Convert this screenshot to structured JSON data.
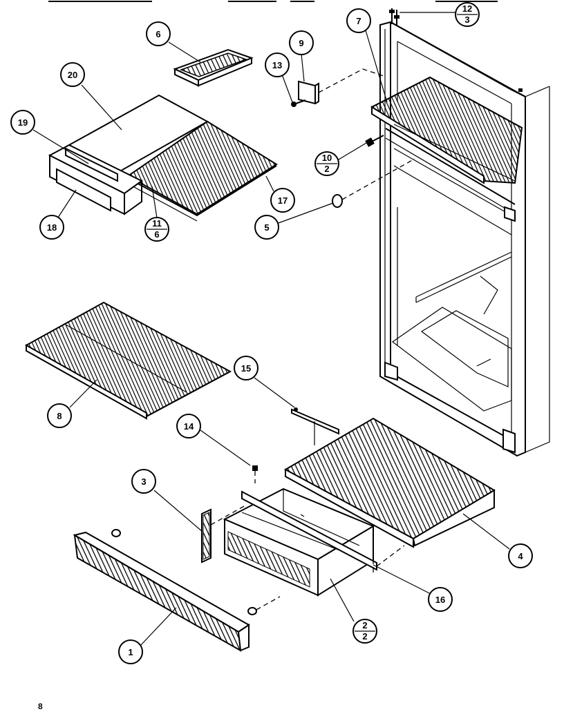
{
  "callouts": {
    "c1": "1",
    "c2_num": "2",
    "c2_den": "2",
    "c3": "3",
    "c4": "4",
    "c5": "5",
    "c6": "6",
    "c7": "7",
    "c8": "8",
    "c9": "9",
    "c10_num": "10",
    "c10_den": "2",
    "c11_num": "11",
    "c11_den": "6",
    "c12_num": "12",
    "c12_den": "3",
    "c13": "13",
    "c14": "14",
    "c15": "15",
    "c16": "16",
    "c17": "17",
    "c18": "18",
    "c19": "19",
    "c20": "20"
  },
  "page_mark": "8"
}
